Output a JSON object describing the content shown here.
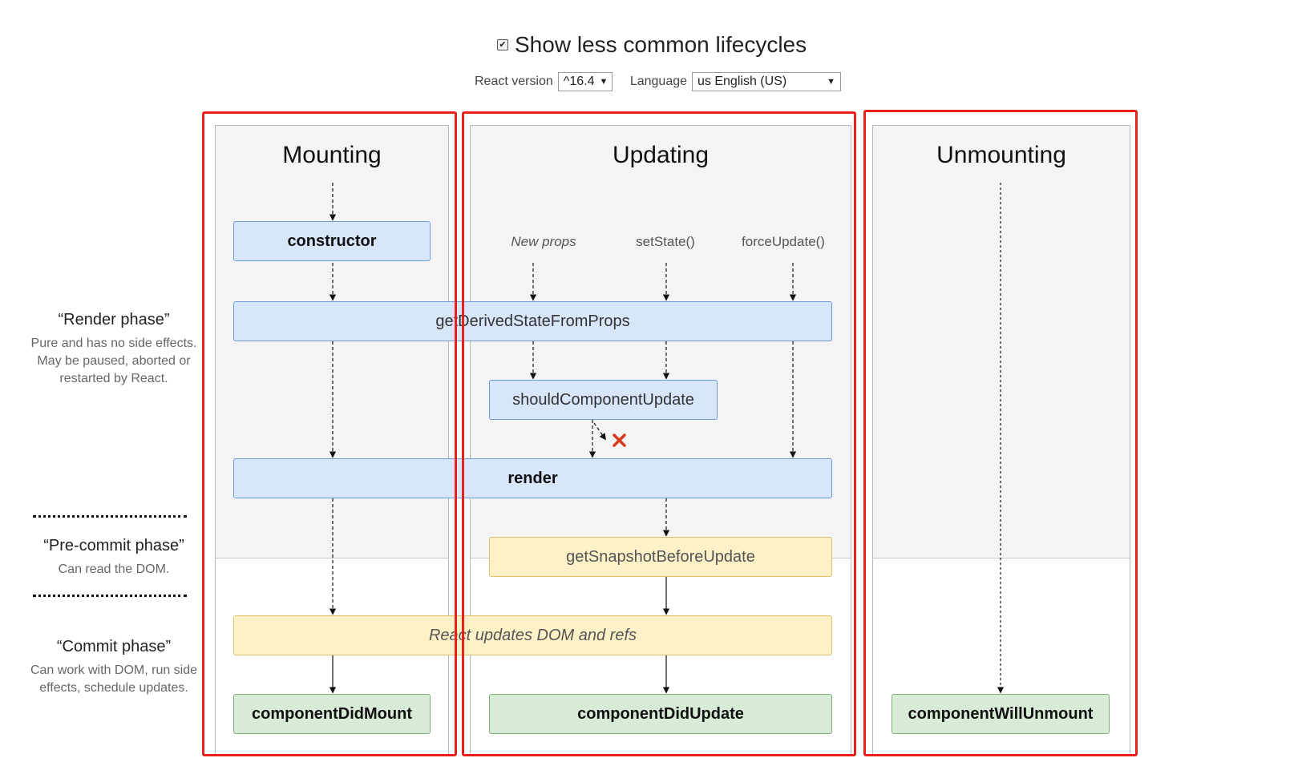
{
  "header": {
    "toggle_label": "Show less common lifecycles",
    "toggle_checked": true,
    "react_version_label": "React version",
    "react_version_value": "^16.4",
    "language_label": "Language",
    "language_value": "us English (US)"
  },
  "phases": {
    "render": {
      "title": "“Render phase”",
      "description": "Pure and has no side effects. May be paused, aborted or restarted by React."
    },
    "precommit": {
      "title": "“Pre-commit phase”",
      "description": "Can read the DOM."
    },
    "commit": {
      "title": "“Commit phase”",
      "description": "Can work with DOM, run side effects, schedule updates."
    }
  },
  "columns": {
    "mounting": "Mounting",
    "updating": "Updating",
    "unmounting": "Unmounting"
  },
  "triggers": {
    "new_props": "New props",
    "set_state": "setState()",
    "force_update": "forceUpdate()"
  },
  "methods": {
    "constructor": "constructor",
    "get_derived_state": "getDerivedStateFromProps",
    "should_component_update": "shouldComponentUpdate",
    "render": "render",
    "get_snapshot": "getSnapshotBeforeUpdate",
    "react_updates": "React updates DOM and refs",
    "component_did_mount": "componentDidMount",
    "component_did_update": "componentDidUpdate",
    "component_will_unmount": "componentWillUnmount"
  },
  "colors": {
    "highlight": "#e8211b",
    "render_box": "#d8e6fb",
    "commit_box": "#fdf1c8",
    "effect_box": "#d7ebd6",
    "cancel_x": "#d9381e"
  }
}
